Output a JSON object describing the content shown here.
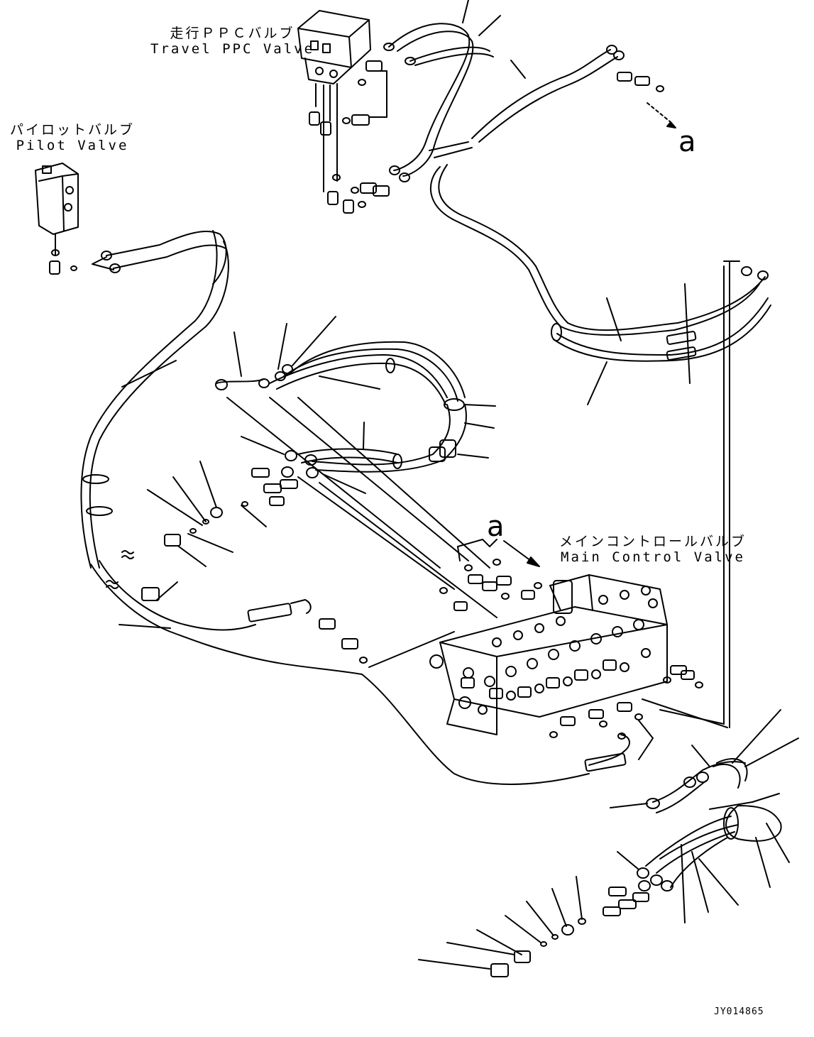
{
  "labels": {
    "travel_ppc_valve": {
      "ja": "走行ＰＰＣバルブ",
      "en": "Travel PPC Valve"
    },
    "pilot_valve": {
      "ja": "パイロットバルブ",
      "en": "Pilot Valve"
    },
    "main_control_valve": {
      "ja": "メインコントロールバルブ",
      "en": "Main Control Valve"
    }
  },
  "reference_marks": {
    "top_a": "a",
    "center_a": "a"
  },
  "document_id": "JY014865",
  "colors": {
    "line": "#000000",
    "background": "#ffffff"
  }
}
